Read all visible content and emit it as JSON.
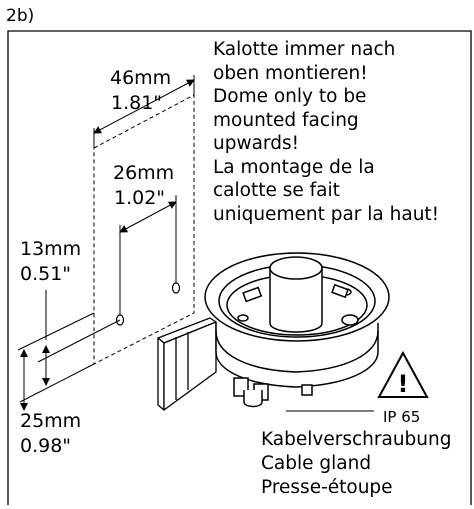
{
  "figure_label": "2b)",
  "dimensions": {
    "d46": {
      "mm": "46mm",
      "in": "1.81\""
    },
    "d26": {
      "mm": "26mm",
      "in": "1.02\""
    },
    "d13": {
      "mm": "13mm",
      "in": "0.51\""
    },
    "d25": {
      "mm": "25mm",
      "in": "0.98\""
    }
  },
  "mounting_note": [
    "Kalotte immer nach",
    "oben montieren!",
    "Dome only to be",
    "mounted facing",
    "upwards!",
    "La montage de la",
    "calotte se fait",
    "uniquement par la haut!"
  ],
  "warning": {
    "symbol": "!",
    "rating": "IP 65"
  },
  "cable_gland": [
    "Kabelverschraubung",
    "Cable gland",
    "Presse-étoupe"
  ]
}
